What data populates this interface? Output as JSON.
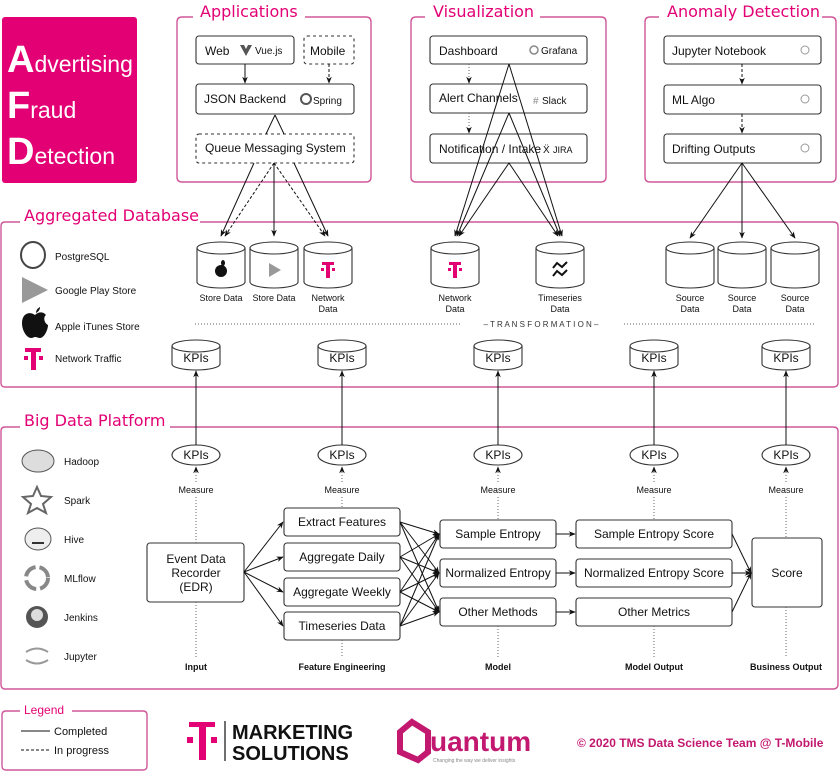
{
  "title": {
    "line1_initial": "A",
    "line1_rest": "dvertising",
    "line2_initial": "F",
    "line2_rest": "raud",
    "line3_initial": "D",
    "line3_rest": "etection"
  },
  "colors": {
    "brand": "#e20074",
    "frame": "#d0589a"
  },
  "applications": {
    "title": "Applications",
    "web": {
      "label": "Web",
      "tech": "Vue.js",
      "icon": "vue-icon"
    },
    "mobile": {
      "label": "Mobile"
    },
    "backend": {
      "label": "JSON Backend",
      "tech": "Spring",
      "icon": "spring-icon"
    },
    "queue": {
      "label": "Queue Messaging System"
    }
  },
  "visualization": {
    "title": "Visualization",
    "dashboard": {
      "label": "Dashboard",
      "tech": "Grafana",
      "icon": "grafana-icon"
    },
    "alerts": {
      "label": "Alert Channels",
      "tech": "Slack",
      "icon": "slack-icon"
    },
    "notification": {
      "label": "Notification / Intake",
      "tech": "JIRA",
      "icon": "jira-icon"
    }
  },
  "anomaly": {
    "title": "Anomaly Detection",
    "items": [
      "Jupyter Notebook",
      "ML Algo",
      "Drifting Outputs"
    ]
  },
  "aggregated_db": {
    "title": "Aggregated Database",
    "sources": [
      {
        "label": "PostgreSQL",
        "icon": "postgresql-icon"
      },
      {
        "label": "Google Play Store",
        "icon": "google-play-icon"
      },
      {
        "label": "Apple iTunes Store",
        "icon": "apple-icon"
      },
      {
        "label": "Network Traffic",
        "icon": "t-mobile-icon"
      }
    ],
    "stores": [
      {
        "line1": "Store Data",
        "line2": "",
        "icon": "apple-icon"
      },
      {
        "line1": "Store Data",
        "line2": "",
        "icon": "google-play-icon"
      },
      {
        "line1": "Network",
        "line2": "Data",
        "icon": "t-mobile-icon"
      },
      {
        "line1": "Network",
        "line2": "Data",
        "icon": "t-mobile-icon"
      },
      {
        "line1": "Timeseries",
        "line2": "Data",
        "icon": "timeseries-icon"
      },
      {
        "line1": "Source",
        "line2": "Data",
        "icon": ""
      },
      {
        "line1": "Source",
        "line2": "Data",
        "icon": ""
      },
      {
        "line1": "Source",
        "line2": "Data",
        "icon": ""
      }
    ],
    "transformation": "– T R A N S F O R M A T I O N –",
    "kpi": "KPIs"
  },
  "big_data": {
    "title": "Big Data Platform",
    "tools": [
      "Hadoop",
      "Spark",
      "Hive",
      "MLflow",
      "Jenkins",
      "Jupyter"
    ],
    "kpi": "KPIs",
    "measure": "Measure",
    "edr": [
      "Event Data",
      "Recorder",
      "(EDR)"
    ],
    "features": [
      "Extract Features",
      "Aggregate Daily",
      "Aggregate Weekly",
      "Timeseries Data"
    ],
    "models": [
      "Sample Entropy",
      "Normalized Entropy",
      "Other Methods"
    ],
    "outputs": [
      "Sample Entropy Score",
      "Normalized Entropy Score",
      "Other Metrics"
    ],
    "score": "Score",
    "stages": [
      "Input",
      "Feature Engineering",
      "Model",
      "Model Output",
      "Business Output"
    ]
  },
  "legend": {
    "title": "Legend",
    "completed": "Completed",
    "in_progress": "In progress"
  },
  "footer": {
    "marketing1": "MARKETING",
    "marketing2": "SOLUTIONS",
    "quantum": "uantum",
    "quantum_tagline": "Changing the way we deliver insights",
    "copyright": "© 2020 TMS Data Science Team @ T-Mobile"
  }
}
